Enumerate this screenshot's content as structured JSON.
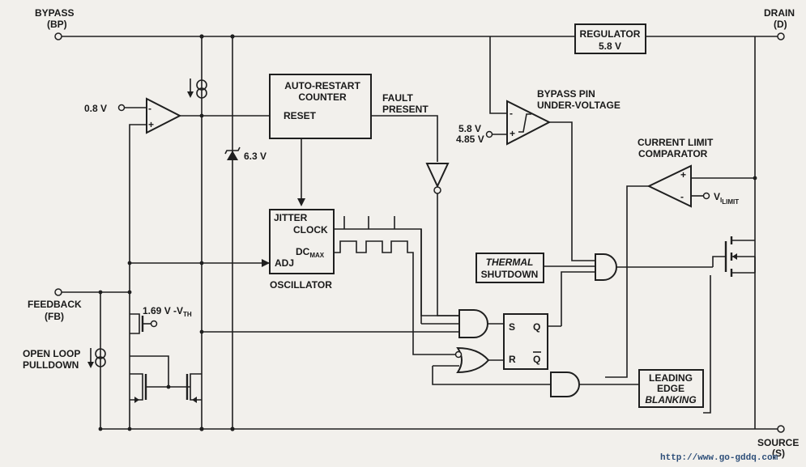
{
  "pins": {
    "bypass": "BYPASS",
    "bypass_abbr": "(BP)",
    "drain": "DRAIN",
    "drain_abbr": "(D)",
    "feedback": "FEEDBACK",
    "feedback_abbr": "(FB)",
    "source": "SOURCE",
    "source_abbr": "(S)"
  },
  "blocks": {
    "regulator_line1": "REGULATOR",
    "regulator_line2": "5.8 V",
    "auto_restart_line1": "AUTO-RESTART",
    "auto_restart_line2": "COUNTER",
    "reset": "RESET",
    "fault_line1": "FAULT",
    "fault_line2": "PRESENT",
    "bypass_uv_line1": "BYPASS PIN",
    "bypass_uv_line2": "UNDER-VOLTAGE",
    "uv_v1": "5.8 V",
    "uv_v2": "4.85 V",
    "current_limit_line1": "CURRENT LIMIT",
    "current_limit_line2": "COMPARATOR",
    "vilimit_v": "V",
    "vilimit_i": "I",
    "vilimit_sub": "LIMIT",
    "jitter": "JITTER",
    "clock": "CLOCK",
    "dc": "DC",
    "dc_sub": "MAX",
    "adj": "ADJ",
    "oscillator": "OSCILLATOR",
    "thermal_line1": "THERMAL",
    "thermal_line2": "SHUTDOWN",
    "leb_line1": "LEADING",
    "leb_line2": "EDGE",
    "leb_line3": "BLANKING",
    "ff_s": "S",
    "ff_q": "Q",
    "ff_r": "R",
    "ff_qbar": "Q",
    "v_08": "0.8 V",
    "v_63": "6.3 V",
    "v_169": "1.69 V -V",
    "v_169_sub": "TH",
    "pulldown_line1": "OPEN LOOP",
    "pulldown_line2": "PULLDOWN"
  },
  "watermark": "http://www.go-gddq.com"
}
